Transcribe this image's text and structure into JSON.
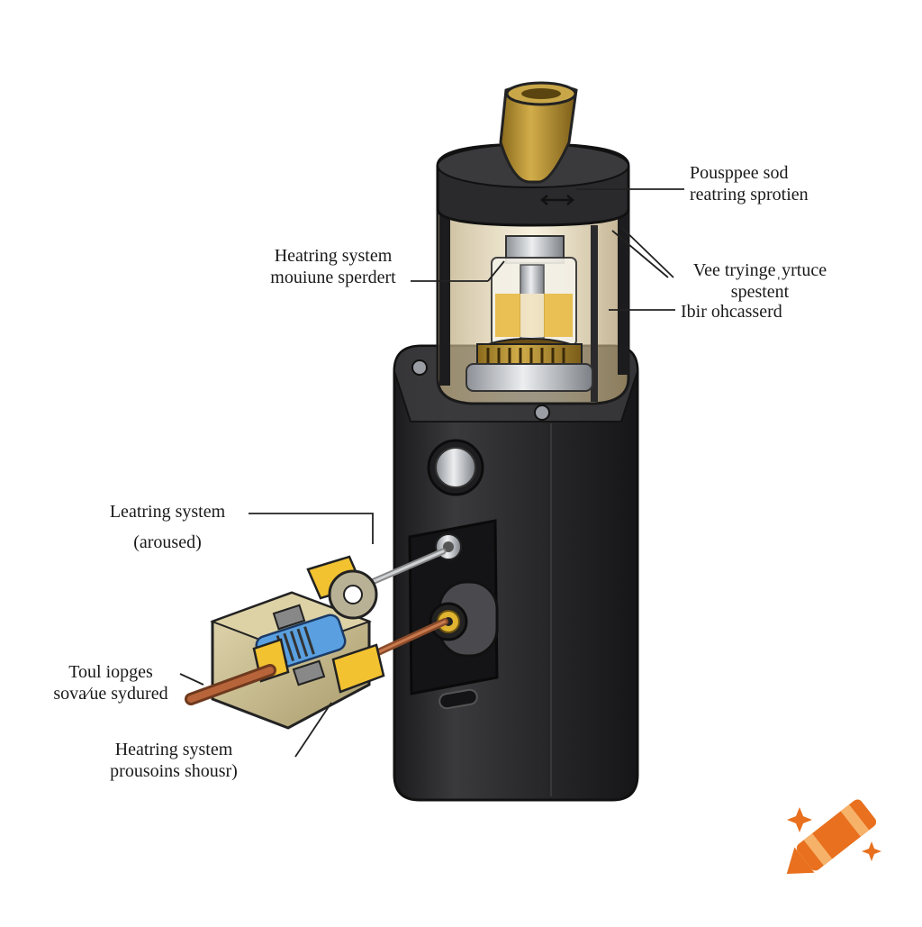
{
  "labels": {
    "top_right": [
      "Pousppеe sod",
      "reatring sprotien"
    ],
    "mid_right": [
      "Vee tryingeˌyrtuce",
      "spestent"
    ],
    "mid_right_2": "Ibir ohcasserd",
    "upper_left": [
      "Heatring system",
      "mouiune sperdert"
    ],
    "left": [
      "Leatring system",
      "(aroused)"
    ],
    "lower_left": [
      "Toul iopges",
      "sova∕ue sydured"
    ],
    "bottom_left": [
      "Heatring system",
      "prousoins shousr)"
    ]
  },
  "colors": {
    "body": "#2b2b2d",
    "body_edge": "#151517",
    "brass": "#b58f2e",
    "glass": "#d9c9a0",
    "liquid": "#e8b63a",
    "steel": "#b8bcc2",
    "blue": "#5aa0e0",
    "yellow": "#f2c230",
    "tan": "#cbbf93",
    "copper": "#b8643a",
    "logo": "#e8701e"
  },
  "icons": [
    "crayon-logo-icon",
    "sparkle-icon"
  ]
}
